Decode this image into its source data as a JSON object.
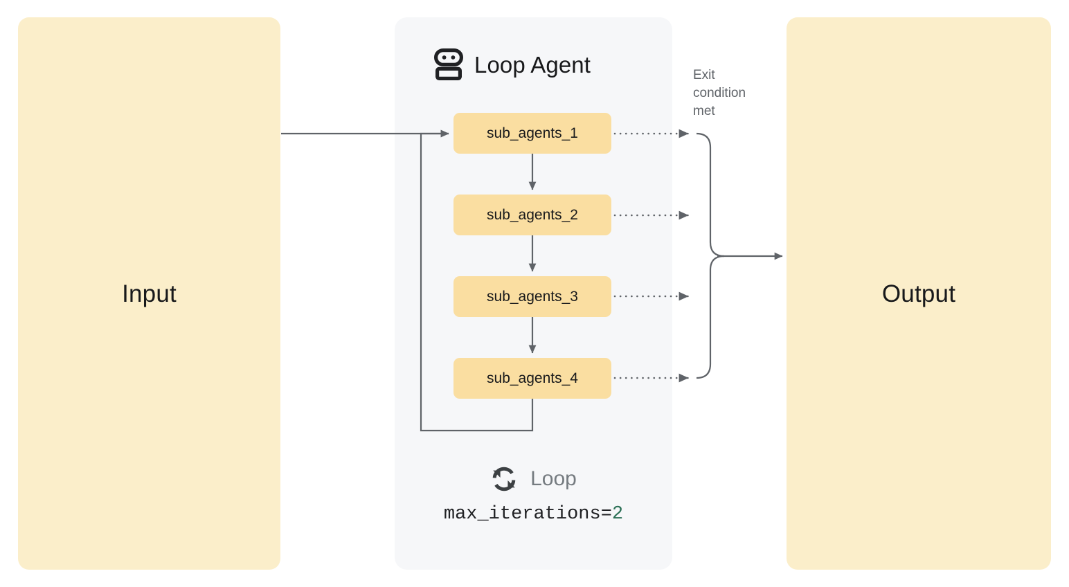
{
  "diagram": {
    "title": "Loop Agent",
    "type": "flow-diagram"
  },
  "input_panel": {
    "label": "Input",
    "fill": "#fbeeca"
  },
  "output_panel": {
    "label": "Output",
    "fill": "#fbeeca"
  },
  "loop_panel": {
    "title": "Loop Agent",
    "icon": "robot-icon",
    "fill": "#f6f7f9",
    "agents": [
      {
        "label": "sub_agents_1"
      },
      {
        "label": "sub_agents_2"
      },
      {
        "label": "sub_agents_3"
      },
      {
        "label": "sub_agents_4"
      }
    ],
    "agent_fill": "#fadea1",
    "footer": {
      "icon": "loop-refresh-icon",
      "label": "Loop",
      "param_name": "max_iterations=",
      "param_value": "2",
      "param_value_color": "#2a6f55"
    }
  },
  "annotations": {
    "exit_condition": "Exit\ncondition\nmet",
    "exit_condition_color": "#5f6368"
  },
  "connectors": {
    "stroke": "#5f6368",
    "input_to_agent1": "solid-arrow",
    "agent_chain": "solid-arrow",
    "agent_exits": "dotted-arrow",
    "loop_back": "solid-arrow",
    "merge_to_output": "solid-arrow"
  }
}
